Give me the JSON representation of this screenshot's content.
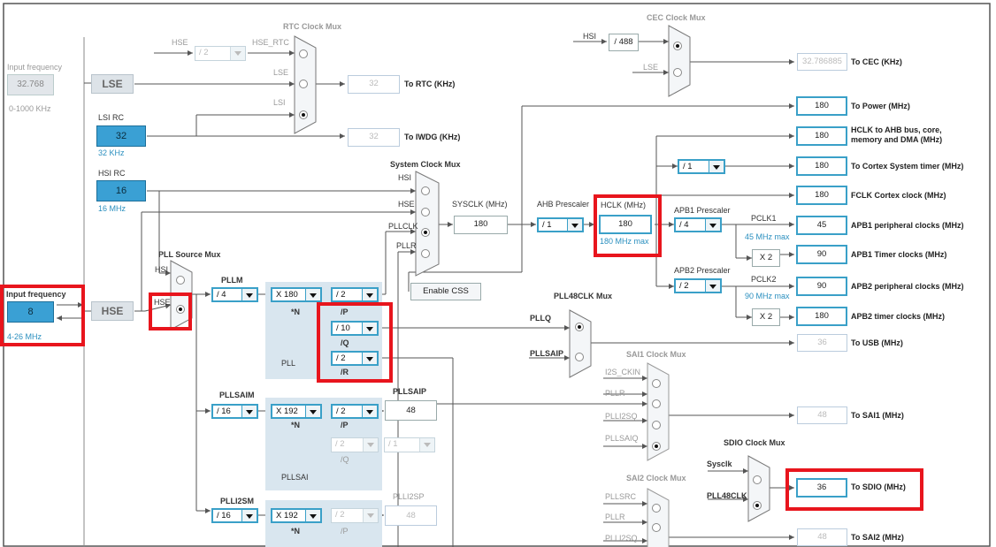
{
  "input_lse": {
    "title": "Input frequency",
    "value": "32.768",
    "range": "0-1000 KHz"
  },
  "lse_label": "LSE",
  "lsi_rc": {
    "title": "LSI RC",
    "value": "32",
    "unit": "32 KHz"
  },
  "hsi_rc": {
    "title": "HSI RC",
    "value": "16",
    "unit": "16 MHz"
  },
  "input_hse": {
    "title": "Input frequency",
    "value": "8",
    "range": "4-26 MHz"
  },
  "hse_label": "HSE",
  "rtc": {
    "title": "RTC Clock Mux",
    "hse_div": "/ 2",
    "in_hse": "HSE",
    "in_hse_rtc": "HSE_RTC",
    "in_lse": "LSE",
    "in_lsi": "LSI",
    "out_value": "32",
    "out_label": "To RTC (KHz)"
  },
  "iwdg": {
    "value": "32",
    "label": "To IWDG (KHz)"
  },
  "cec": {
    "title": "CEC Clock Mux",
    "in_hsi": "HSI",
    "div": "/ 488",
    "in_lse": "LSE",
    "value": "32.786885",
    "label": "To CEC (KHz)"
  },
  "pll_source": {
    "title": "PLL Source Mux",
    "hsi": "HSI",
    "hse": "HSE"
  },
  "pll": {
    "pllm_title": "PLLM",
    "pllm": "/ 4",
    "n": "X 180",
    "n_label": "*N",
    "p": "/ 2",
    "p_label": "/P",
    "q": "/ 10",
    "q_label": "/Q",
    "r": "/ 2",
    "r_label": "/R",
    "name": "PLL"
  },
  "sysclk_mux": {
    "title": "System Clock Mux",
    "hsi": "HSI",
    "hse": "HSE",
    "pllclk": "PLLCLK",
    "pllr": "PLLR"
  },
  "sysclk": {
    "title": "SYSCLK (MHz)",
    "value": "180"
  },
  "enable_css": "Enable CSS",
  "ahb": {
    "title": "AHB Prescaler",
    "value": "/ 1"
  },
  "hclk": {
    "title": "HCLK (MHz)",
    "value": "180",
    "max": "180 MHz max"
  },
  "cortex_div": "/ 1",
  "apb1": {
    "title": "APB1 Prescaler",
    "value": "/ 4",
    "pclk": "PCLK1",
    "max": "45 MHz max",
    "x2": "X 2"
  },
  "apb2": {
    "title": "APB2 Prescaler",
    "value": "/ 2",
    "pclk": "PCLK2",
    "max": "90 MHz max",
    "x2": "X 2"
  },
  "outputs": [
    {
      "value": "180",
      "label": "To Power (MHz)"
    },
    {
      "value": "180",
      "label": "HCLK to AHB bus, core,",
      "label2": "memory and DMA (MHz)"
    },
    {
      "value": "180",
      "label": "To Cortex System timer (MHz)"
    },
    {
      "value": "180",
      "label": "FCLK Cortex clock (MHz)"
    },
    {
      "value": "45",
      "label": "APB1 peripheral clocks (MHz)"
    },
    {
      "value": "90",
      "label": "APB1 Timer clocks (MHz)"
    },
    {
      "value": "90",
      "label": "APB2 peripheral clocks (MHz)"
    },
    {
      "value": "180",
      "label": "APB2 timer clocks (MHz)"
    }
  ],
  "pll48": {
    "title": "PLL48CLK Mux",
    "pllq": "PLLQ",
    "pllsaip": "PLLSAIP",
    "usb_value": "36",
    "usb_label": "To USB (MHz)"
  },
  "pllsai": {
    "m_title": "PLLSAIM",
    "m": "/ 16",
    "n": "X 192",
    "n_label": "*N",
    "p": "/ 2",
    "p_label": "/P",
    "p_out_title": "PLLSAIP",
    "p_out": "48",
    "q": "/ 2",
    "q_label": "/Q",
    "q2": "/ 1",
    "name": "PLLSAI"
  },
  "sai1": {
    "title": "SAI1 Clock Mux",
    "i2s_ckin": "I2S_CKIN",
    "pllr": "PLLR",
    "plli2sq": "PLLI2SQ",
    "pllsaiq": "PLLSAIQ",
    "value": "48",
    "label": "To SAI1 (MHz)"
  },
  "sdio": {
    "title": "SDIO Clock Mux",
    "sysclk": "Sysclk",
    "pll48clk": "PLL48CLK",
    "value": "36",
    "label": "To SDIO (MHz)"
  },
  "plli2s": {
    "m_title": "PLLI2SM",
    "m": "/ 16",
    "n": "X 192",
    "n_label": "*N",
    "p": "/ 2",
    "p_label": "/P",
    "p_out_title": "PLLI2SP",
    "p_out": "48"
  },
  "sai2": {
    "title": "SAI2 Clock Mux",
    "pllsrc": "PLLSRC",
    "pllr": "PLLR",
    "plli2sq": "PLLI2SQ",
    "value": "48",
    "label": "To SAI2 (MHz)"
  }
}
